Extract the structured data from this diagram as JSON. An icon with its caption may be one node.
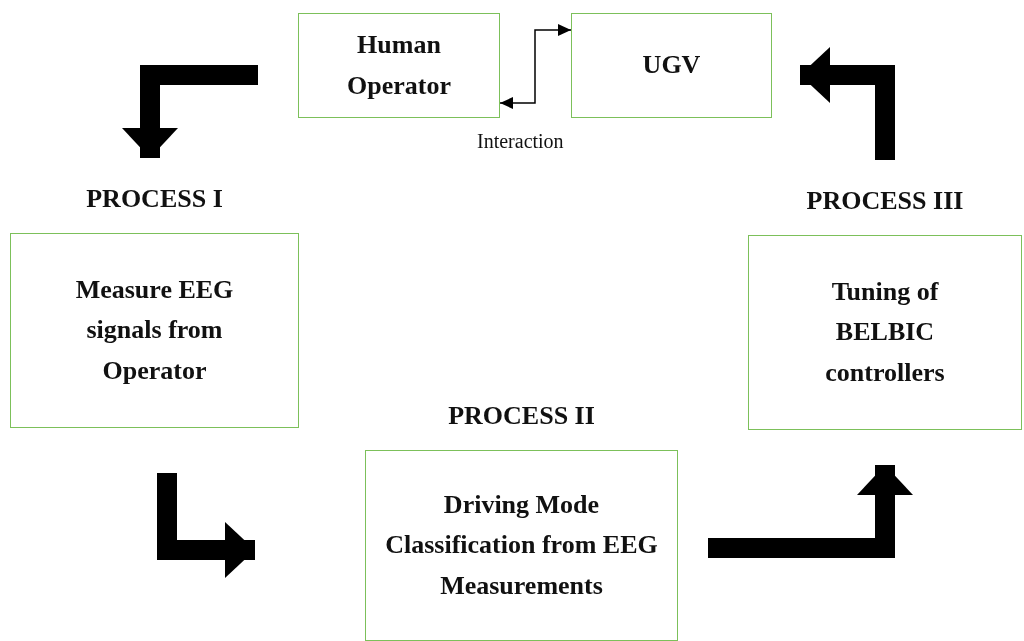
{
  "diagram": {
    "nodes": [
      {
        "text": [
          "Human Operator"
        ]
      },
      {
        "text": [
          "UGV"
        ]
      },
      {
        "text": [
          "PROCESS I",
          "Measure EEG signals from Operator"
        ]
      },
      {
        "text": [
          "PROCESS II",
          "Driving Mode Classification from EEG Measurements"
        ]
      },
      {
        "text": [
          "PROCESS III",
          "Tuning of BELBIC controllers"
        ]
      }
    ],
    "edges": [
      {
        "from": 0,
        "to": 1,
        "arrow": "both",
        "label": "Interaction"
      },
      {
        "from": 0,
        "to": 2,
        "arrow": "to"
      },
      {
        "from": 2,
        "to": 3,
        "arrow": "to"
      },
      {
        "from": 3,
        "to": 4,
        "arrow": "to"
      },
      {
        "from": 4,
        "to": 1,
        "arrow": "to"
      }
    ]
  }
}
